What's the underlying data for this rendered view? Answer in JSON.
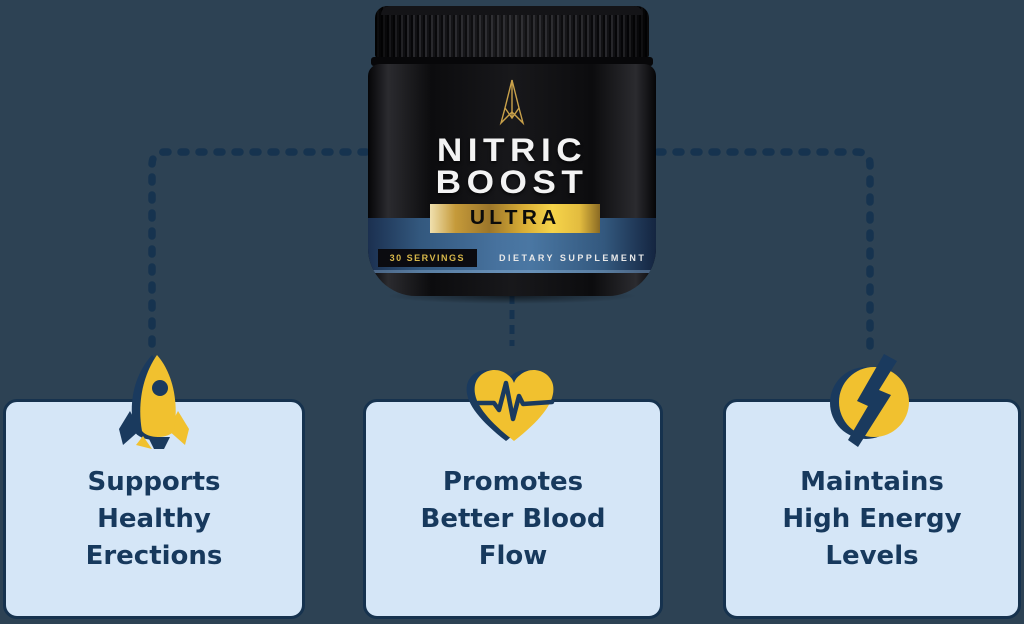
{
  "meta": {
    "description": "Nitric Boost Ultra supplement benefits infographic"
  },
  "colors": {
    "background": "#2d4254",
    "connector_dash": "#16334f",
    "card_background": "#d5e6f7",
    "card_border": "#16324e",
    "card_text": "#17395d",
    "icon_yellow": "#f1c12f",
    "icon_navy": "#1a3a5e",
    "jar_logo_gold": "#c9a14a",
    "ultra_band_gold": "#e3bc3f",
    "label_band_blue": "#47729e"
  },
  "product": {
    "name_line1": "NITRIC",
    "name_line2": "BOOST",
    "badge": "ULTRA",
    "servings_label": "30 SERVINGS",
    "type_label": "DIETARY SUPPLEMENT",
    "logo_icon": "gold-rocket-outline-icon"
  },
  "benefits": [
    {
      "icon": "rocket-icon",
      "label": "Supports\nHealthy\nErections"
    },
    {
      "icon": "heartbeat-heart-icon",
      "label": "Promotes\nBetter Blood\nFlow"
    },
    {
      "icon": "lightning-bolt-icon",
      "label": "Maintains\nHigh Energy\nLevels"
    }
  ]
}
